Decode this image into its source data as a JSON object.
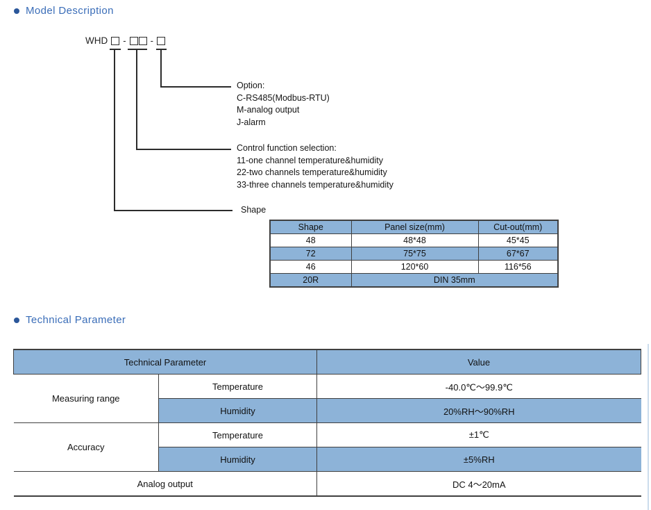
{
  "document": {
    "sections": {
      "model": {
        "heading": "Model Description"
      },
      "technical": {
        "heading": "Technical Parameter"
      }
    }
  },
  "model_diagram": {
    "prefix": "WHD",
    "separator": "-",
    "callouts": [
      {
        "title": "Option:",
        "items": [
          "C-RS485(Modbus-RTU)",
          "M-analog output",
          "J-alarm"
        ]
      },
      {
        "title": "Control function selection:",
        "items": [
          "11-one channel temperature&humidity",
          "22-two channels temperature&humidity",
          "33-three channels temperature&humidity"
        ]
      },
      {
        "title": "Shape",
        "items": []
      }
    ]
  },
  "shape_table": {
    "headers": [
      "Shape",
      "Panel size(mm)",
      "Cut-out(mm)"
    ],
    "rows": [
      [
        "48",
        "48*48",
        "45*45"
      ],
      [
        "72",
        "75*75",
        "67*67"
      ],
      [
        "46",
        "120*60",
        "116*56"
      ],
      [
        "20R",
        "DIN 35mm"
      ]
    ]
  },
  "tech_table": {
    "headers": [
      "Technical Parameter",
      "Value"
    ],
    "rows": [
      {
        "group": "Measuring range",
        "param": "Temperature",
        "value": "-40.0℃～99.9℃"
      },
      {
        "param": "Humidity",
        "value": "20%RH～90%RH"
      },
      {
        "group": "Accuracy",
        "param": "Temperature",
        "value": "±1℃"
      },
      {
        "param": "Humidity",
        "value": "±5%RH"
      },
      {
        "group": "Analog output",
        "value": "DC 4～20mA"
      }
    ]
  },
  "colors": {
    "heading_blue": "#3a6db8",
    "bullet_blue": "#2b579a",
    "table_row_blue": "#8db3d8",
    "border_dark": "#3f3f3f"
  }
}
